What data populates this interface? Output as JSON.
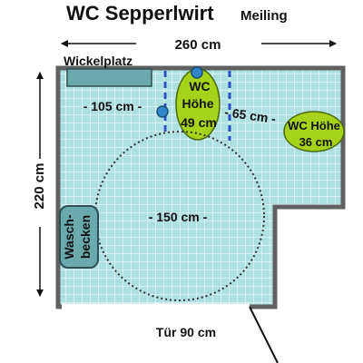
{
  "title": {
    "main": "WC Sepperlwirt",
    "sub": "Meiling"
  },
  "dimensions": {
    "width": "260 cm",
    "height": "220 cm",
    "door": "Tür 90 cm",
    "gap_left": "- 105 cm -",
    "gap_right": "- 65 cm -",
    "turning_circle": "- 150 cm -"
  },
  "fixtures": {
    "changing_table": "Wickelplatz",
    "wc_main": {
      "line1": "WC",
      "line2": "Höhe",
      "line3": "49 cm"
    },
    "wc_second": {
      "line1": "WC Höhe",
      "line2": "36 cm"
    },
    "sink": {
      "line1": "Wasch-",
      "line2": "becken"
    }
  },
  "colors": {
    "floor_tile": "#aee0e2",
    "tile_grout": "#ffffff",
    "wall": "#606060",
    "toilet": "#a6d219",
    "grab_bar": "#2a4fbf",
    "marker": "#2f86c9",
    "fixture_box": "#6aa9ad"
  }
}
